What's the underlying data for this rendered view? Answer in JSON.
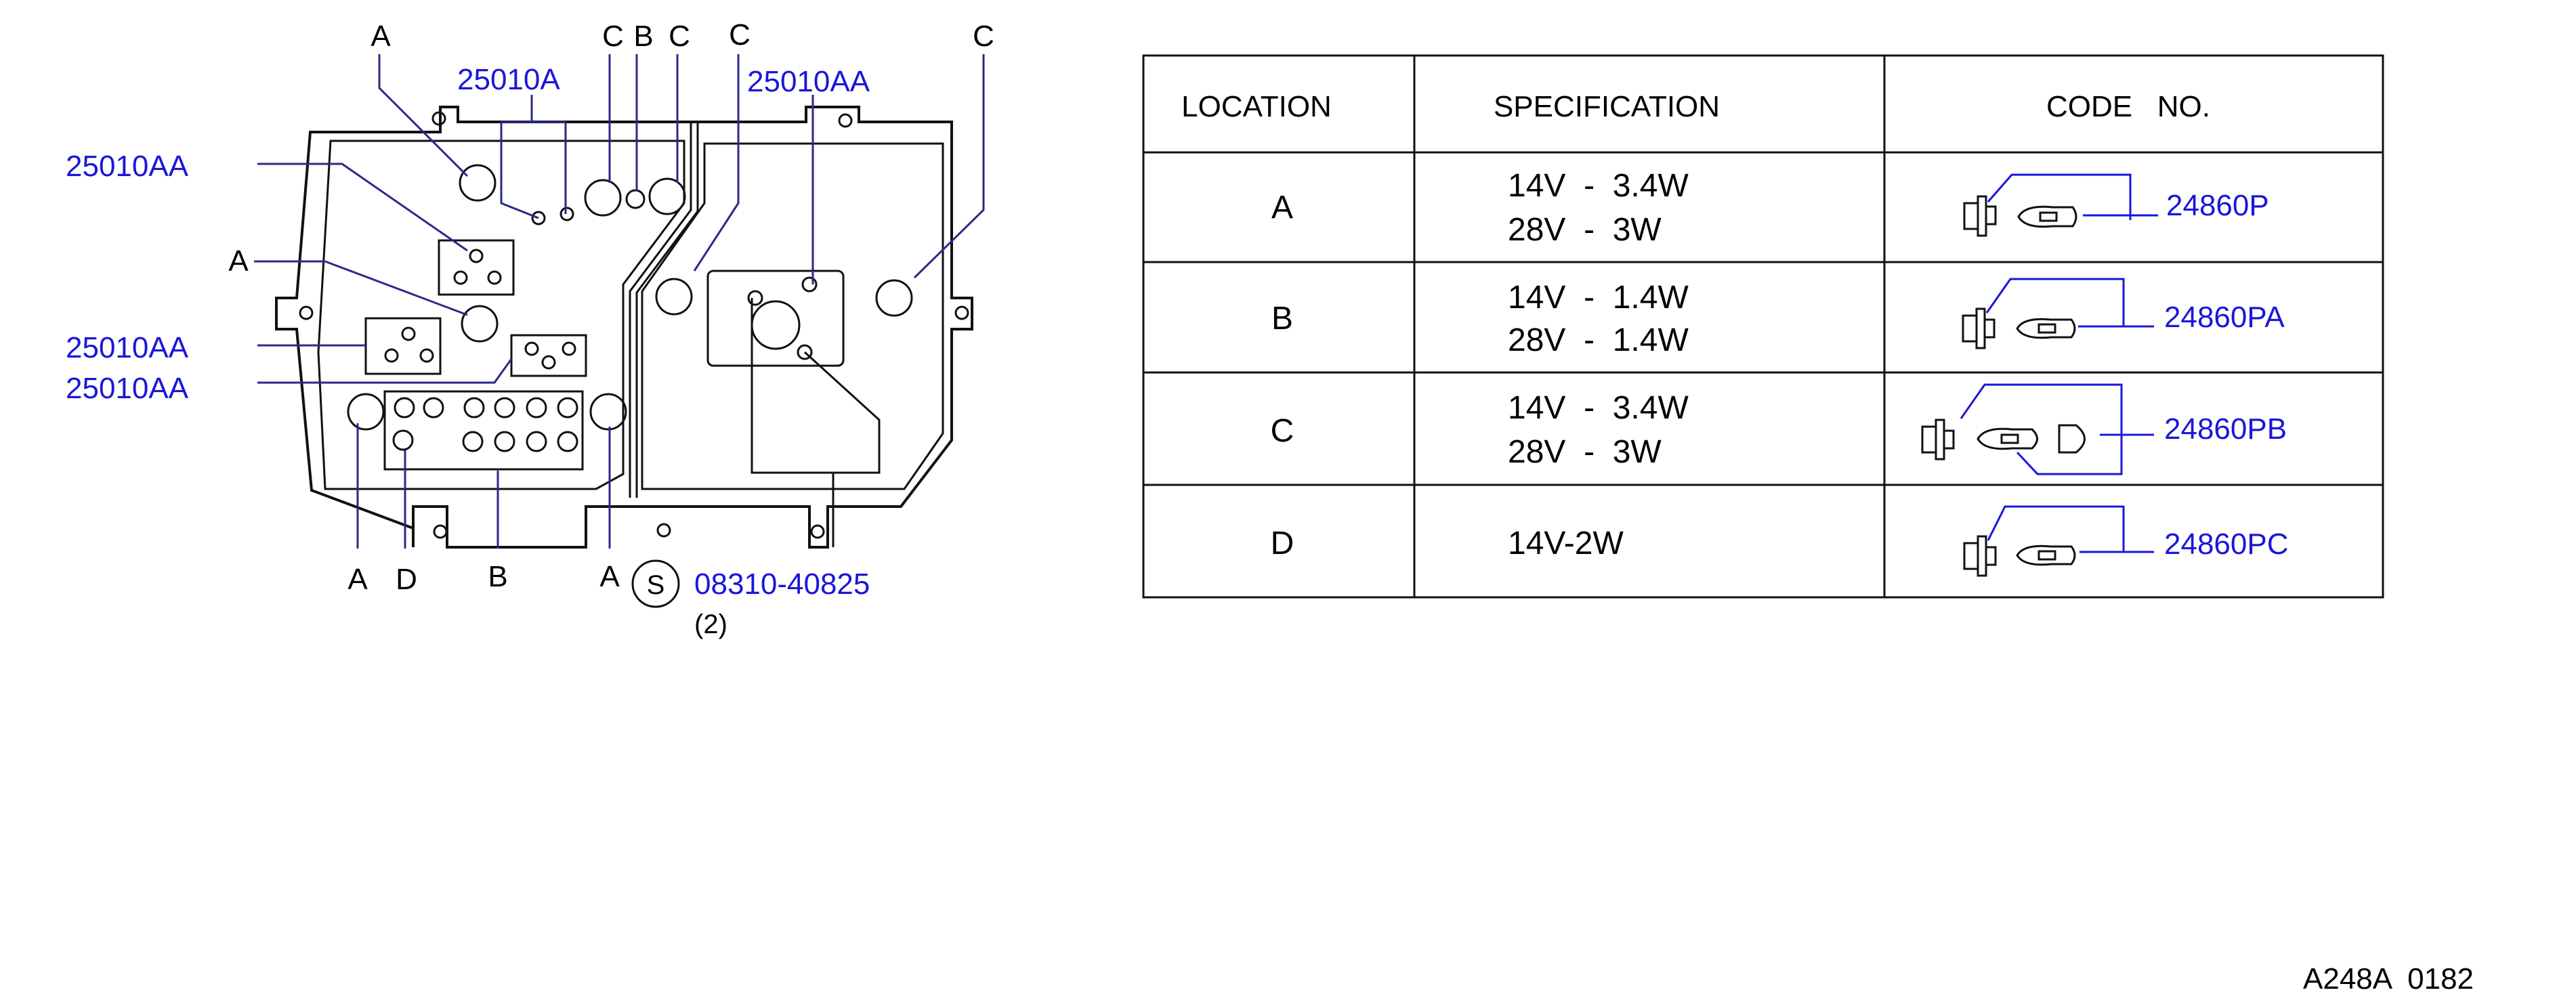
{
  "diagram": {
    "callouts": {
      "a_top": "A",
      "c1": "C",
      "b_top": "B",
      "c2": "C",
      "c3": "C",
      "c4": "C",
      "a_left": "A",
      "a_bottom1": "A",
      "d_bottom": "D",
      "b_bottom": "B",
      "a_bottom2": "A",
      "part_25010a": "25010A",
      "part_25010aa_top": "25010AA",
      "part_25010aa_left1": "25010AA",
      "part_25010aa_left2": "25010AA",
      "part_25010aa_left3": "25010AA",
      "screw_symbol": "S",
      "screw_part": "08310-40825",
      "screw_qty": "(2)"
    }
  },
  "table": {
    "headers": [
      "LOCATION",
      "SPECIFICATION",
      "CODE   NO."
    ],
    "rows": [
      {
        "location": "A",
        "spec1": "14V  -  3.4W",
        "spec2": "28V  -  3W",
        "code": "24860P"
      },
      {
        "location": "B",
        "spec1": "14V  -  1.4W",
        "spec2": "28V  -  1.4W",
        "code": "24860PA"
      },
      {
        "location": "C",
        "spec1": "14V  -  3.4W",
        "spec2": "28V  -  3W",
        "code": "24860PB"
      },
      {
        "location": "D",
        "spec1": "14V-2W",
        "spec2": "",
        "code": "24860PC"
      }
    ]
  },
  "footer": {
    "ref": "A248A  0182"
  },
  "colors": {
    "part_number": "#1a16d9",
    "ink": "#000000"
  }
}
